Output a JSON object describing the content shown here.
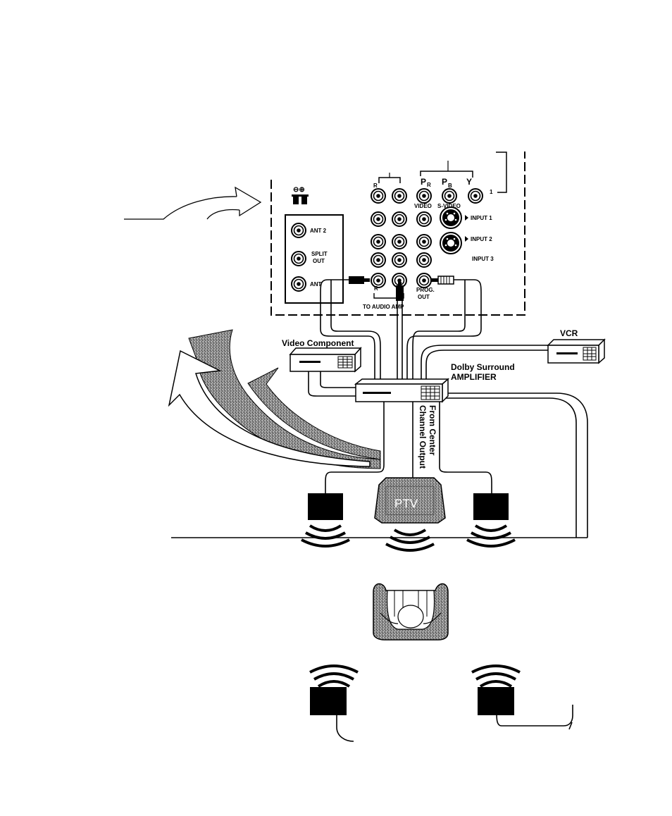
{
  "panel": {
    "polarity": "⊖⊕",
    "ant2": "ANT 2",
    "split_out_1": "SPLIT",
    "split_out_2": "OUT",
    "ant": "ANT",
    "r_top": "R",
    "pr": "P",
    "pr_sub": "R",
    "pb": "P",
    "pb_sub": "B",
    "y": "Y",
    "one": "1",
    "video": "VIDEO",
    "svideo": "S-VIDEO",
    "input1": "INPUT 1",
    "input2": "INPUT 2",
    "input3": "INPUT 3",
    "r_bottom": "R",
    "prog": "PROG.",
    "out": "OUT",
    "to_audio_amp": "TO AUDIO AMP"
  },
  "components": {
    "video_component": "Video Component",
    "vcr": "VCR",
    "amplifier_1": "Dolby Surround",
    "amplifier_2": "AMPLIFIER",
    "center_1": "From Center",
    "center_2": "Channel Output",
    "ptv": "PTV"
  }
}
